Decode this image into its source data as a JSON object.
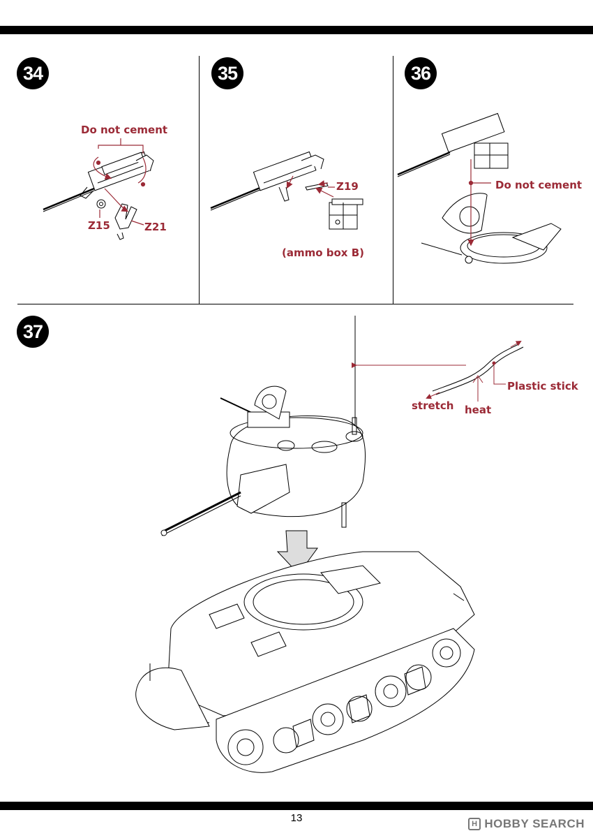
{
  "page": {
    "number": "13"
  },
  "steps": [
    {
      "number": "34",
      "labels": {
        "do_not_cement": "Do not cement",
        "part_a": "Z15",
        "part_b": "Z21"
      }
    },
    {
      "number": "35",
      "labels": {
        "part": "Z19",
        "ammo": "(ammo box B)"
      }
    },
    {
      "number": "36",
      "labels": {
        "do_not_cement": "Do not cement"
      }
    },
    {
      "number": "37",
      "labels": {
        "plastic_stick": "Plastic stick",
        "stretch": "stretch",
        "heat": "heat"
      }
    }
  ],
  "colors": {
    "accent": "#9b2a36",
    "line": "#000000"
  },
  "watermark": {
    "logo": "H",
    "text": "HOBBY SEARCH"
  }
}
